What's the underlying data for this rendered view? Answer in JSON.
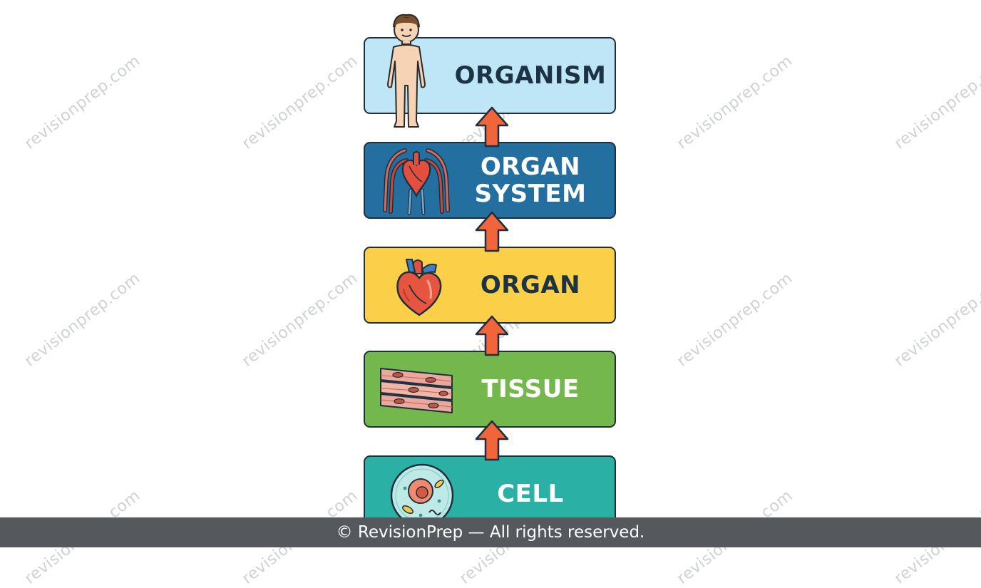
{
  "levels": [
    {
      "id": "organism",
      "label": "ORGANISM",
      "icon": "human-figure-icon",
      "fill": "#bfe6f7",
      "text_color": "#1c3344"
    },
    {
      "id": "organ-system",
      "label": "ORGAN\nSYSTEM",
      "icon": "circulatory-system-icon",
      "fill": "#226fa0",
      "text_color": "#ffffff"
    },
    {
      "id": "organ",
      "label": "ORGAN",
      "icon": "heart-icon",
      "fill": "#fbd048",
      "text_color": "#1c3344"
    },
    {
      "id": "tissue",
      "label": "TISSUE",
      "icon": "muscle-tissue-icon",
      "fill": "#74b84d",
      "text_color": "#ffffff"
    },
    {
      "id": "cell",
      "label": "CELL",
      "icon": "cell-icon",
      "fill": "#2bb0a5",
      "text_color": "#ffffff"
    }
  ],
  "arrow_color": "#f2643a",
  "watermark": "revisionprep.com",
  "footer": {
    "text": "© RevisionPrep — All rights reserved."
  }
}
